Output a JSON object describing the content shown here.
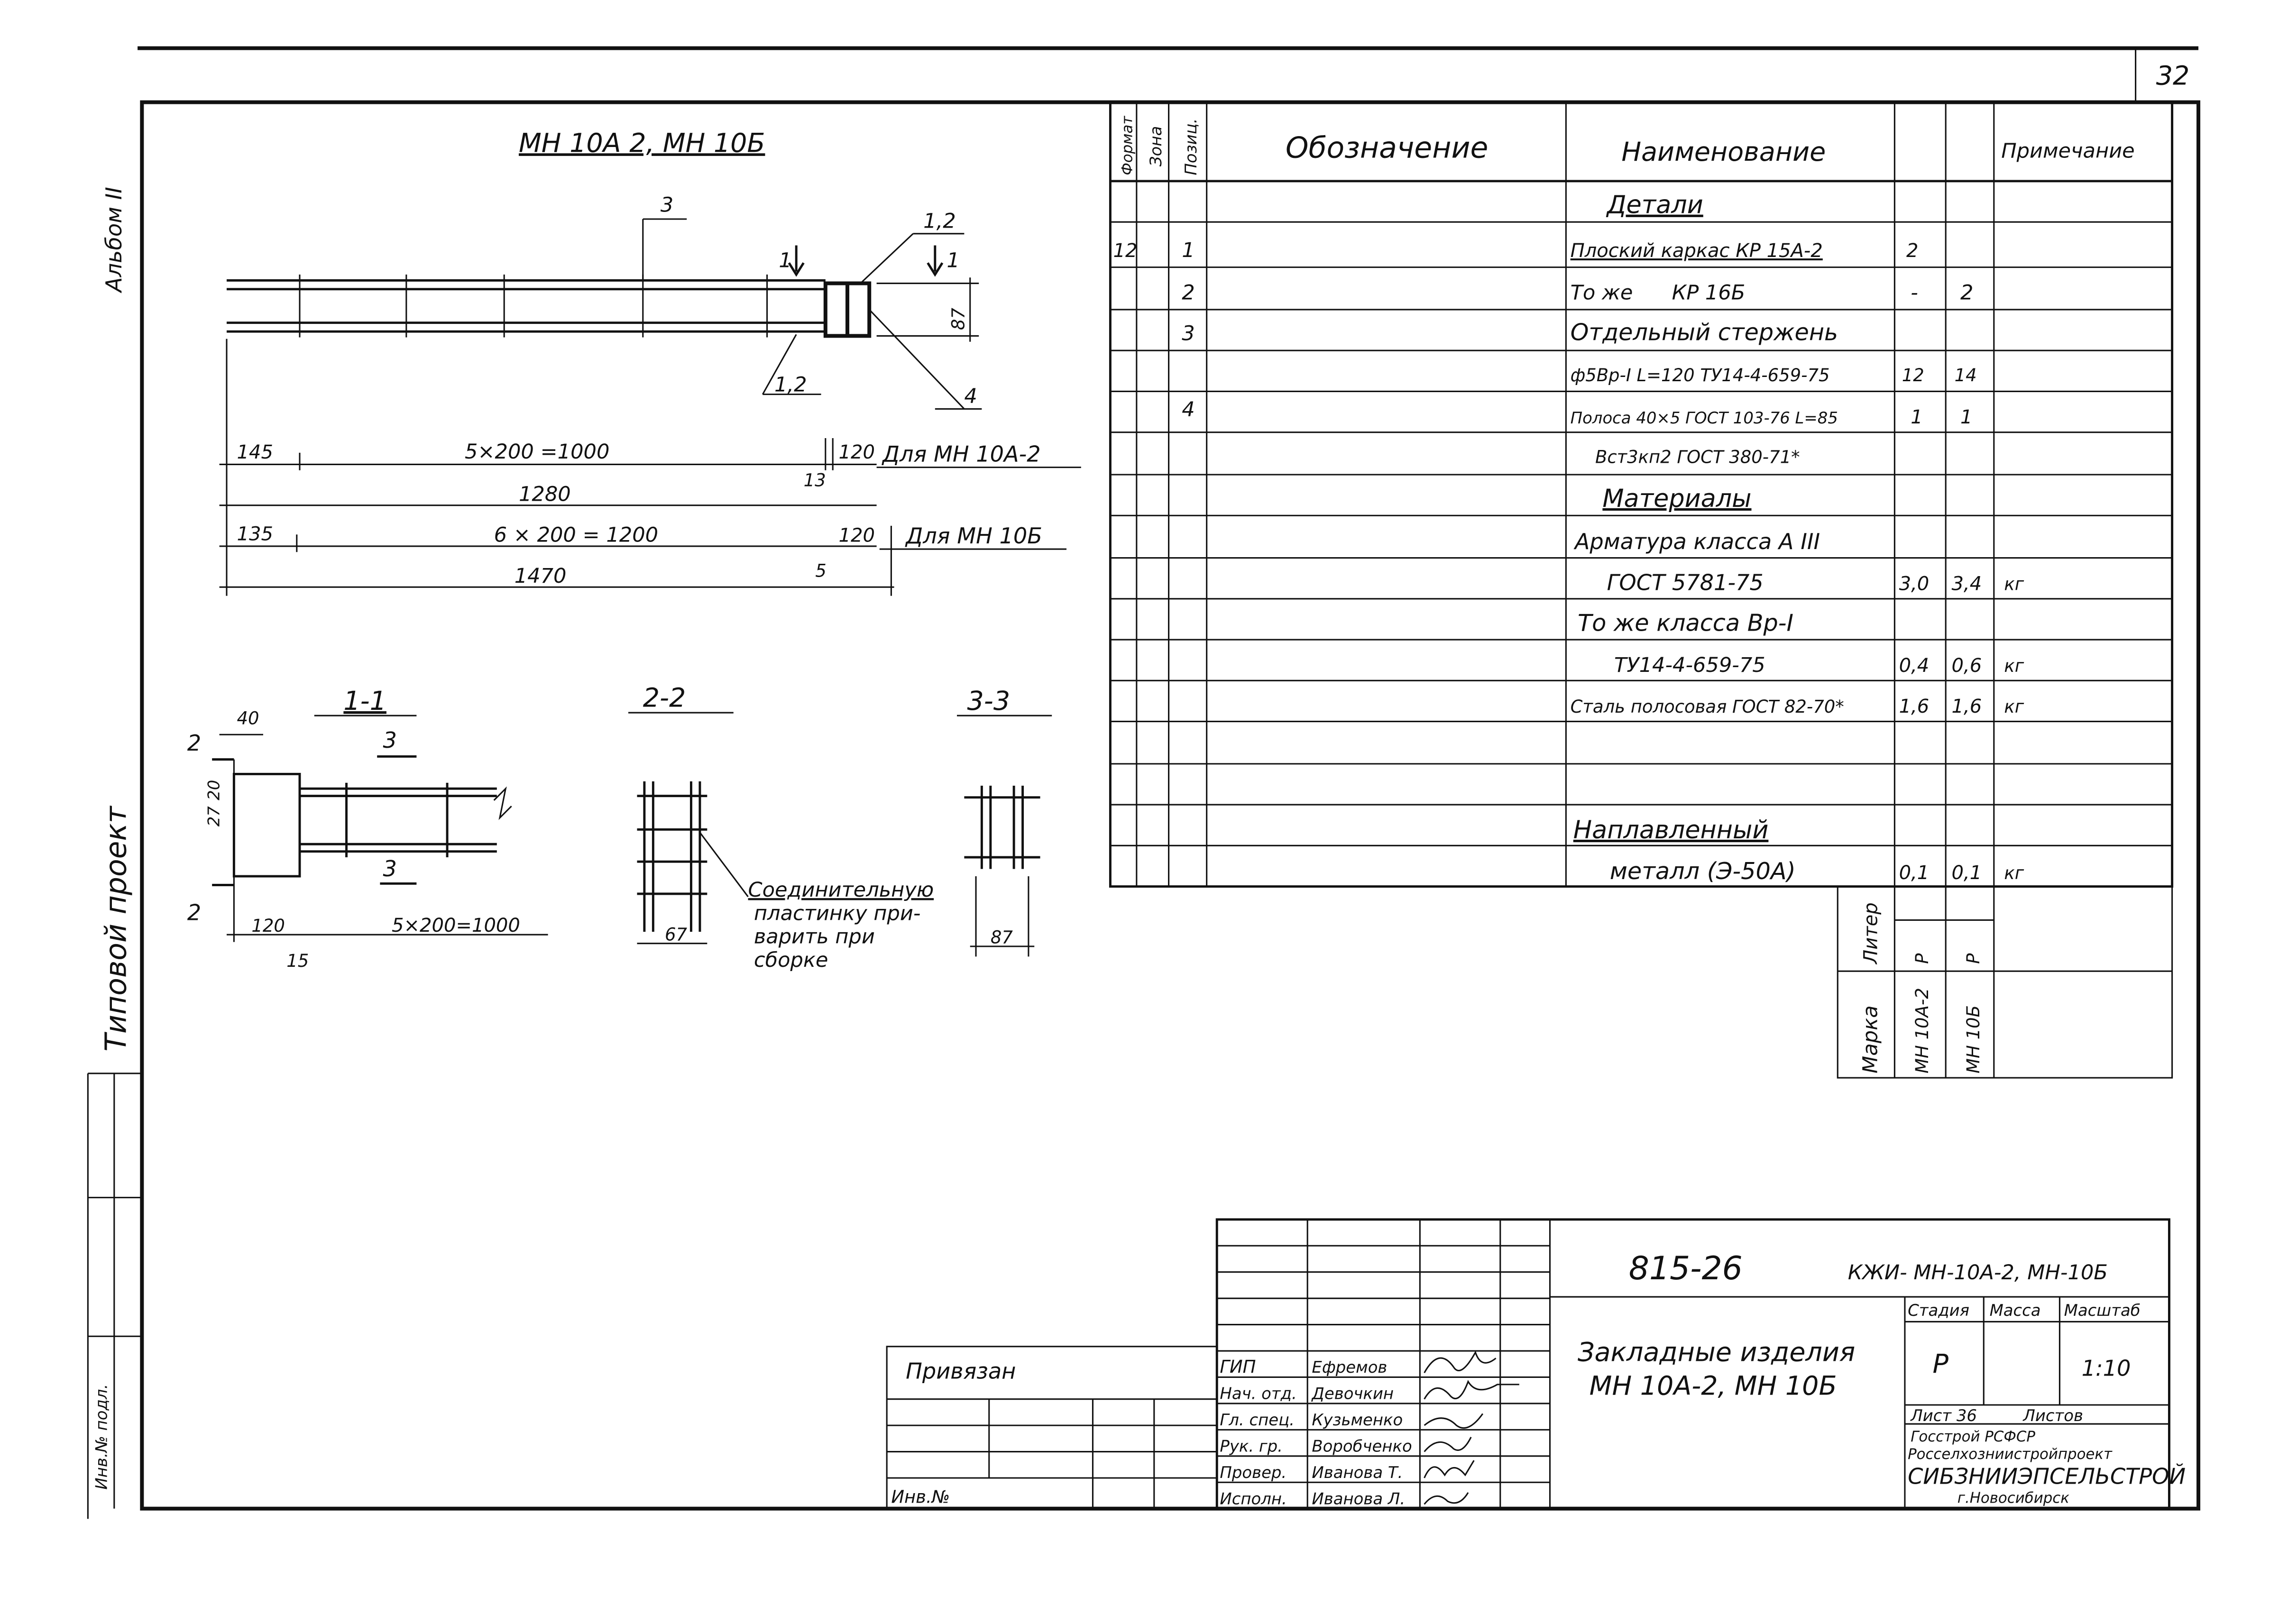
{
  "sheet_number": "32",
  "side_top": "Альбом II",
  "side_middle": "Типовой проект",
  "side_bottom": "Инв.№ подл.",
  "drawing": {
    "title": "МН 10А 2, МН 10Б",
    "positions": {
      "p3": "3",
      "p12": "1,2",
      "p12b": "1,2",
      "p4": "4",
      "cut1": "1",
      "cut1b": "1"
    },
    "depth": "87",
    "dims_row1": {
      "left": "145",
      "mid": "5×200 =1000",
      "right": "120",
      "tail": "13",
      "note": "Для МН 10А-2"
    },
    "total1": "1280",
    "dims_row2": {
      "left": "135",
      "mid": "6 × 200 = 1200",
      "right": "120",
      "tail": "5",
      "note": "Для МН 10Б"
    },
    "total2": "1470"
  },
  "sections": {
    "s11": {
      "title": "1-1",
      "d40": "40",
      "d27": "27",
      "d20": "20",
      "d120": "120",
      "d15": "15",
      "span": "5×200=1000",
      "mark2a": "2",
      "mark2b": "2",
      "mark3a": "3",
      "mark3b": "3"
    },
    "s22": {
      "title": "2-2",
      "d67": "67"
    },
    "s33": {
      "title": "3-3",
      "d87": "87"
    },
    "note": [
      "Соединительную",
      "пластинку при-",
      "варить при",
      "сборке"
    ]
  },
  "spec": {
    "headers": {
      "format": "Формат",
      "zone": "Зона",
      "pos": "Позиц.",
      "designation": "Обозначение",
      "name": "Наименование",
      "note": "Примечание"
    },
    "rows": [
      {
        "fmt": "",
        "pos": "",
        "name": "Детали",
        "a": "",
        "b": "",
        "note": ""
      },
      {
        "fmt": "12",
        "pos": "1",
        "name": "Плоский каркас КР 15А-2",
        "a": "2",
        "b": "",
        "note": ""
      },
      {
        "fmt": "",
        "pos": "2",
        "name": "То же      КР 16Б",
        "a": "-",
        "b": "2",
        "note": ""
      },
      {
        "fmt": "",
        "pos": "3",
        "name": "Отдельный стержень",
        "a": "",
        "b": "",
        "note": ""
      },
      {
        "fmt": "",
        "pos": "",
        "name": "ф5Вр-I L=120 ТУ14-4-659-75",
        "a": "12",
        "b": "14",
        "note": ""
      },
      {
        "fmt": "",
        "pos": "4",
        "name": "Полоса 40×5 ГОСТ 103-76 L=85",
        "a": "1",
        "b": "1",
        "note": ""
      },
      {
        "fmt": "",
        "pos": "",
        "name": "Вст3кп2 ГОСТ 380-71*",
        "a": "",
        "b": "",
        "note": ""
      },
      {
        "fmt": "",
        "pos": "",
        "name": "Материалы",
        "a": "",
        "b": "",
        "note": ""
      },
      {
        "fmt": "",
        "pos": "",
        "name": "Арматура класса А III",
        "a": "",
        "b": "",
        "note": ""
      },
      {
        "fmt": "",
        "pos": "",
        "name": "ГОСТ 5781-75",
        "a": "3,0",
        "b": "3,4",
        "note": "кг"
      },
      {
        "fmt": "",
        "pos": "",
        "name": "То же класса Вр-I",
        "a": "",
        "b": "",
        "note": ""
      },
      {
        "fmt": "",
        "pos": "",
        "name": "ТУ14-4-659-75",
        "a": "0,4",
        "b": "0,6",
        "note": "кг"
      },
      {
        "fmt": "",
        "pos": "",
        "name": "Сталь полосовая ГОСТ 82-70*",
        "a": "1,6",
        "b": "1,6",
        "note": "кг"
      },
      {
        "fmt": "",
        "pos": "",
        "name": "",
        "a": "",
        "b": "",
        "note": ""
      },
      {
        "fmt": "",
        "pos": "",
        "name": "",
        "a": "",
        "b": "",
        "note": ""
      },
      {
        "fmt": "",
        "pos": "",
        "name": "Наплавленный",
        "a": "",
        "b": "",
        "note": ""
      },
      {
        "fmt": "",
        "pos": "",
        "name": "металл (Э-50А)",
        "a": "0,1",
        "b": "0,1",
        "note": "кг"
      }
    ],
    "marks": {
      "marka": "Марка",
      "liter": "Литер",
      "m1": "МН 10А-2",
      "m2": "МН 10Б",
      "l1": "Р",
      "l2": "Р"
    }
  },
  "titleblock": {
    "code": "815-26",
    "doc": "КЖИ- МН-10А-2, МН-10Б",
    "name1": "Закладные изделия",
    "name2": "МН 10А-2, МН 10Б",
    "stage_h": "Стадия",
    "mass_h": "Масса",
    "scale_h": "Масштаб",
    "stage": "Р",
    "scale": "1:10",
    "sheet": "Лист 36",
    "sheets": "Листов",
    "org1": "Госстрой РСФСР",
    "org2": "Росселхозниистройпроект",
    "org3": "СИБЗНИИЭПСЕЛЬСТРОЙ",
    "org4": "г.Новосибирск",
    "privyazan": "Привязан",
    "inv": "Инв.№",
    "roles": [
      "ГИП",
      "Нач. отд.",
      "Гл. спец.",
      "Рук. гр.",
      "Провер.",
      "Исполн."
    ],
    "names": [
      "Ефремов",
      "Девочкин",
      "Кузьменко",
      "Воробченко",
      "Иванова Т.",
      "Иванова Л."
    ]
  }
}
